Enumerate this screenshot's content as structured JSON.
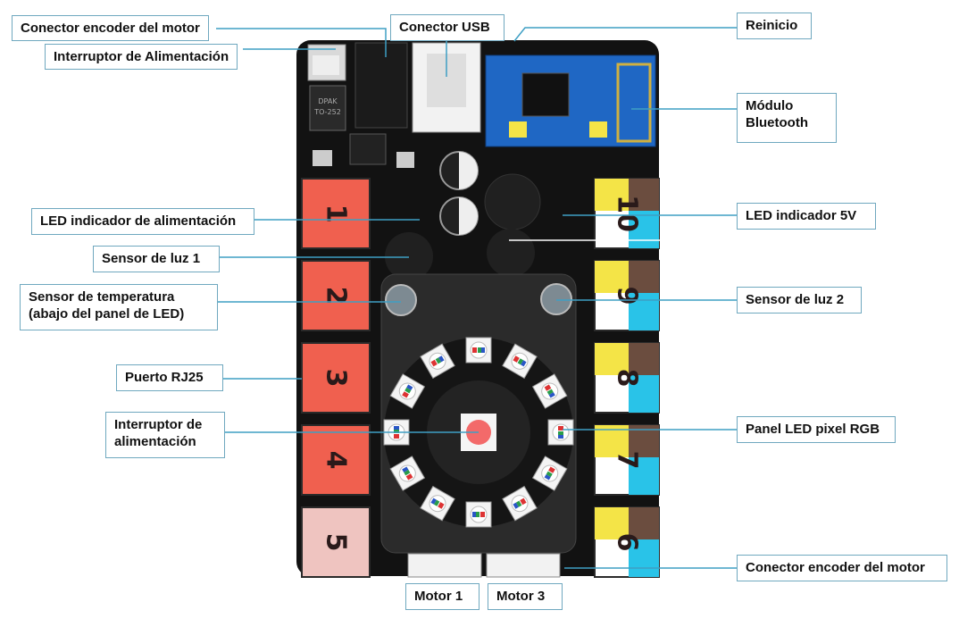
{
  "labels": {
    "motor_encoder_top": "Conector encoder del motor",
    "power_switch_top": "Interruptor de Alimentación",
    "usb": "Conector USB",
    "reset": "Reinicio",
    "bluetooth": "Módulo Bluetooth",
    "power_led": "LED indicador de alimentación",
    "led_5v": "LED indicador 5V",
    "light_sensor_1": "Sensor de luz 1",
    "temp_sensor": "Sensor de temperatura (abajo del panel de LED)",
    "light_sensor_2": "Sensor de luz 2",
    "rj25": "Puerto RJ25",
    "power_switch_mid": "Interruptor de alimentación",
    "rgb_panel": "Panel LED pixel RGB",
    "motor_encoder_bottom": "Conector encoder del motor",
    "motor1": "Motor 1",
    "motor3": "Motor 3"
  },
  "chip_text": {
    "line1": "DPAK",
    "line2": "TO-252"
  },
  "ports_left": [
    "1",
    "2",
    "3",
    "4",
    "5"
  ],
  "ports_right": [
    "10",
    "9",
    "8",
    "7",
    "6"
  ],
  "colors": {
    "board": "#121212",
    "port_red": "#f0604f",
    "port_pink": "#efc4c0",
    "port_yellow": "#f4e447",
    "port_brown": "#6b4d3f",
    "port_cyan": "#29c3e8",
    "bt_module": "#1f67c4",
    "leader": "#3e9fc4"
  }
}
